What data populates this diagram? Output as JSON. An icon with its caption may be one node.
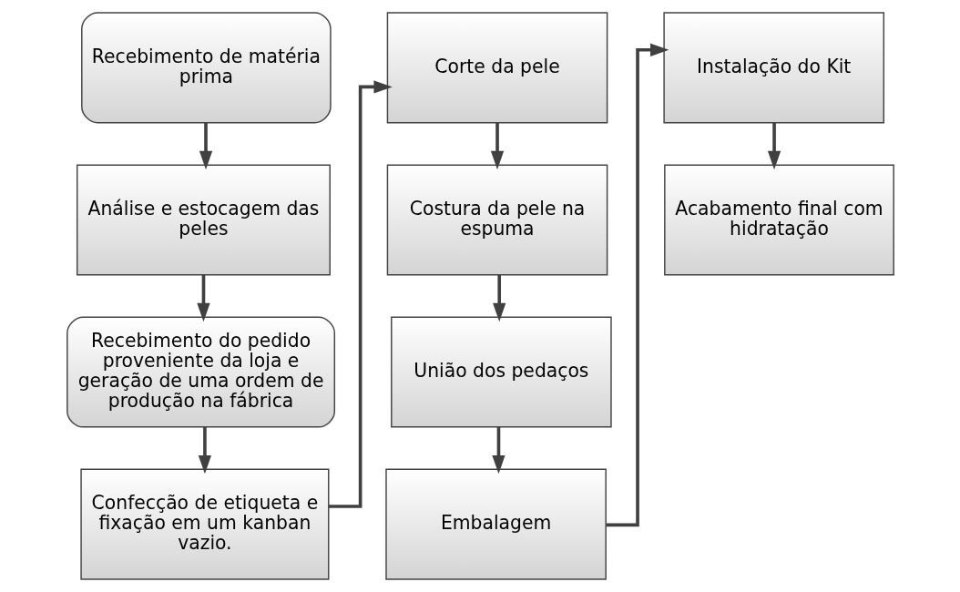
{
  "diagram": {
    "nodes": [
      {
        "text": [
          "Recebimento de matéria prima"
        ]
      },
      {
        "text": [
          "Análise e estocagem das peles"
        ]
      },
      {
        "text": [
          "Recebimento do pedido proveniente da loja e geração de uma ordem de produção na fábrica"
        ]
      },
      {
        "text": [
          "Confecção de etiqueta e fixação em um kanban vazio."
        ]
      },
      {
        "text": [
          "Corte da pele"
        ]
      },
      {
        "text": [
          "Costura da pele na espuma"
        ]
      },
      {
        "text": [
          "União dos pedaços"
        ]
      },
      {
        "text": [
          "Embalagem"
        ]
      },
      {
        "text": [
          "Instalação do Kit"
        ]
      },
      {
        "text": [
          "Acabamento final com hidratação"
        ]
      }
    ],
    "edges": [
      {
        "from": 0,
        "to": 1,
        "arrow": "to"
      },
      {
        "from": 1,
        "to": 2,
        "arrow": "to"
      },
      {
        "from": 2,
        "to": 3,
        "arrow": "to"
      },
      {
        "from": 3,
        "to": 4,
        "arrow": "to"
      },
      {
        "from": 4,
        "to": 5,
        "arrow": "to"
      },
      {
        "from": 5,
        "to": 6,
        "arrow": "to"
      },
      {
        "from": 6,
        "to": 7,
        "arrow": "to"
      },
      {
        "from": 7,
        "to": 8,
        "arrow": "to"
      },
      {
        "from": 8,
        "to": 9,
        "arrow": "to"
      }
    ]
  }
}
